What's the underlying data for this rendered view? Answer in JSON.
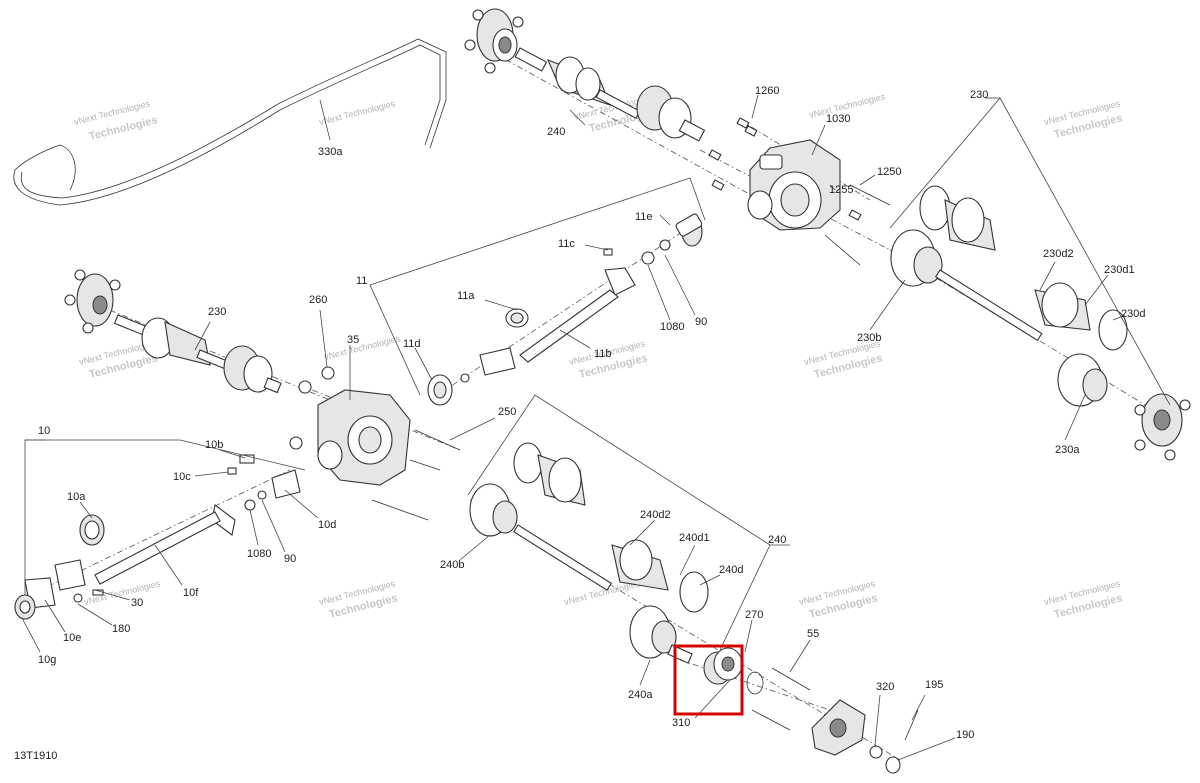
{
  "diagram": {
    "reference_code": "13T1910",
    "watermark_line1": "vNext Technologies",
    "watermark_line2": "Technologies",
    "highlight_color": "#d40000",
    "labels": {
      "p330a": "330a",
      "p240_top": "240",
      "p1260": "1260",
      "p1030": "1030",
      "p1250": "1250",
      "p1255": "1255",
      "p230_top": "230",
      "p11e": "11e",
      "p11c": "11c",
      "p90_top": "90",
      "p1080_top": "1080",
      "p11a": "11a",
      "p11b": "11b",
      "p11d": "11d",
      "p11": "11",
      "p35": "35",
      "p260": "260",
      "p230_left": "230",
      "p250": "250",
      "p230d2": "230d2",
      "p230d1": "230d1",
      "p230d": "230d",
      "p230b": "230b",
      "p230a": "230a",
      "p10": "10",
      "p10b": "10b",
      "p10c": "10c",
      "p10a": "10a",
      "p10d": "10d",
      "p1080_low": "1080",
      "p90_low": "90",
      "p10f": "10f",
      "p30": "30",
      "p180": "180",
      "p10e": "10e",
      "p10g": "10g",
      "p240b": "240b",
      "p240d2": "240d2",
      "p240d1": "240d1",
      "p240d": "240d",
      "p240_right": "240",
      "p270": "270",
      "p55": "55",
      "p240a": "240a",
      "p310": "310",
      "p320": "320",
      "p195": "195",
      "p190": "190"
    }
  }
}
